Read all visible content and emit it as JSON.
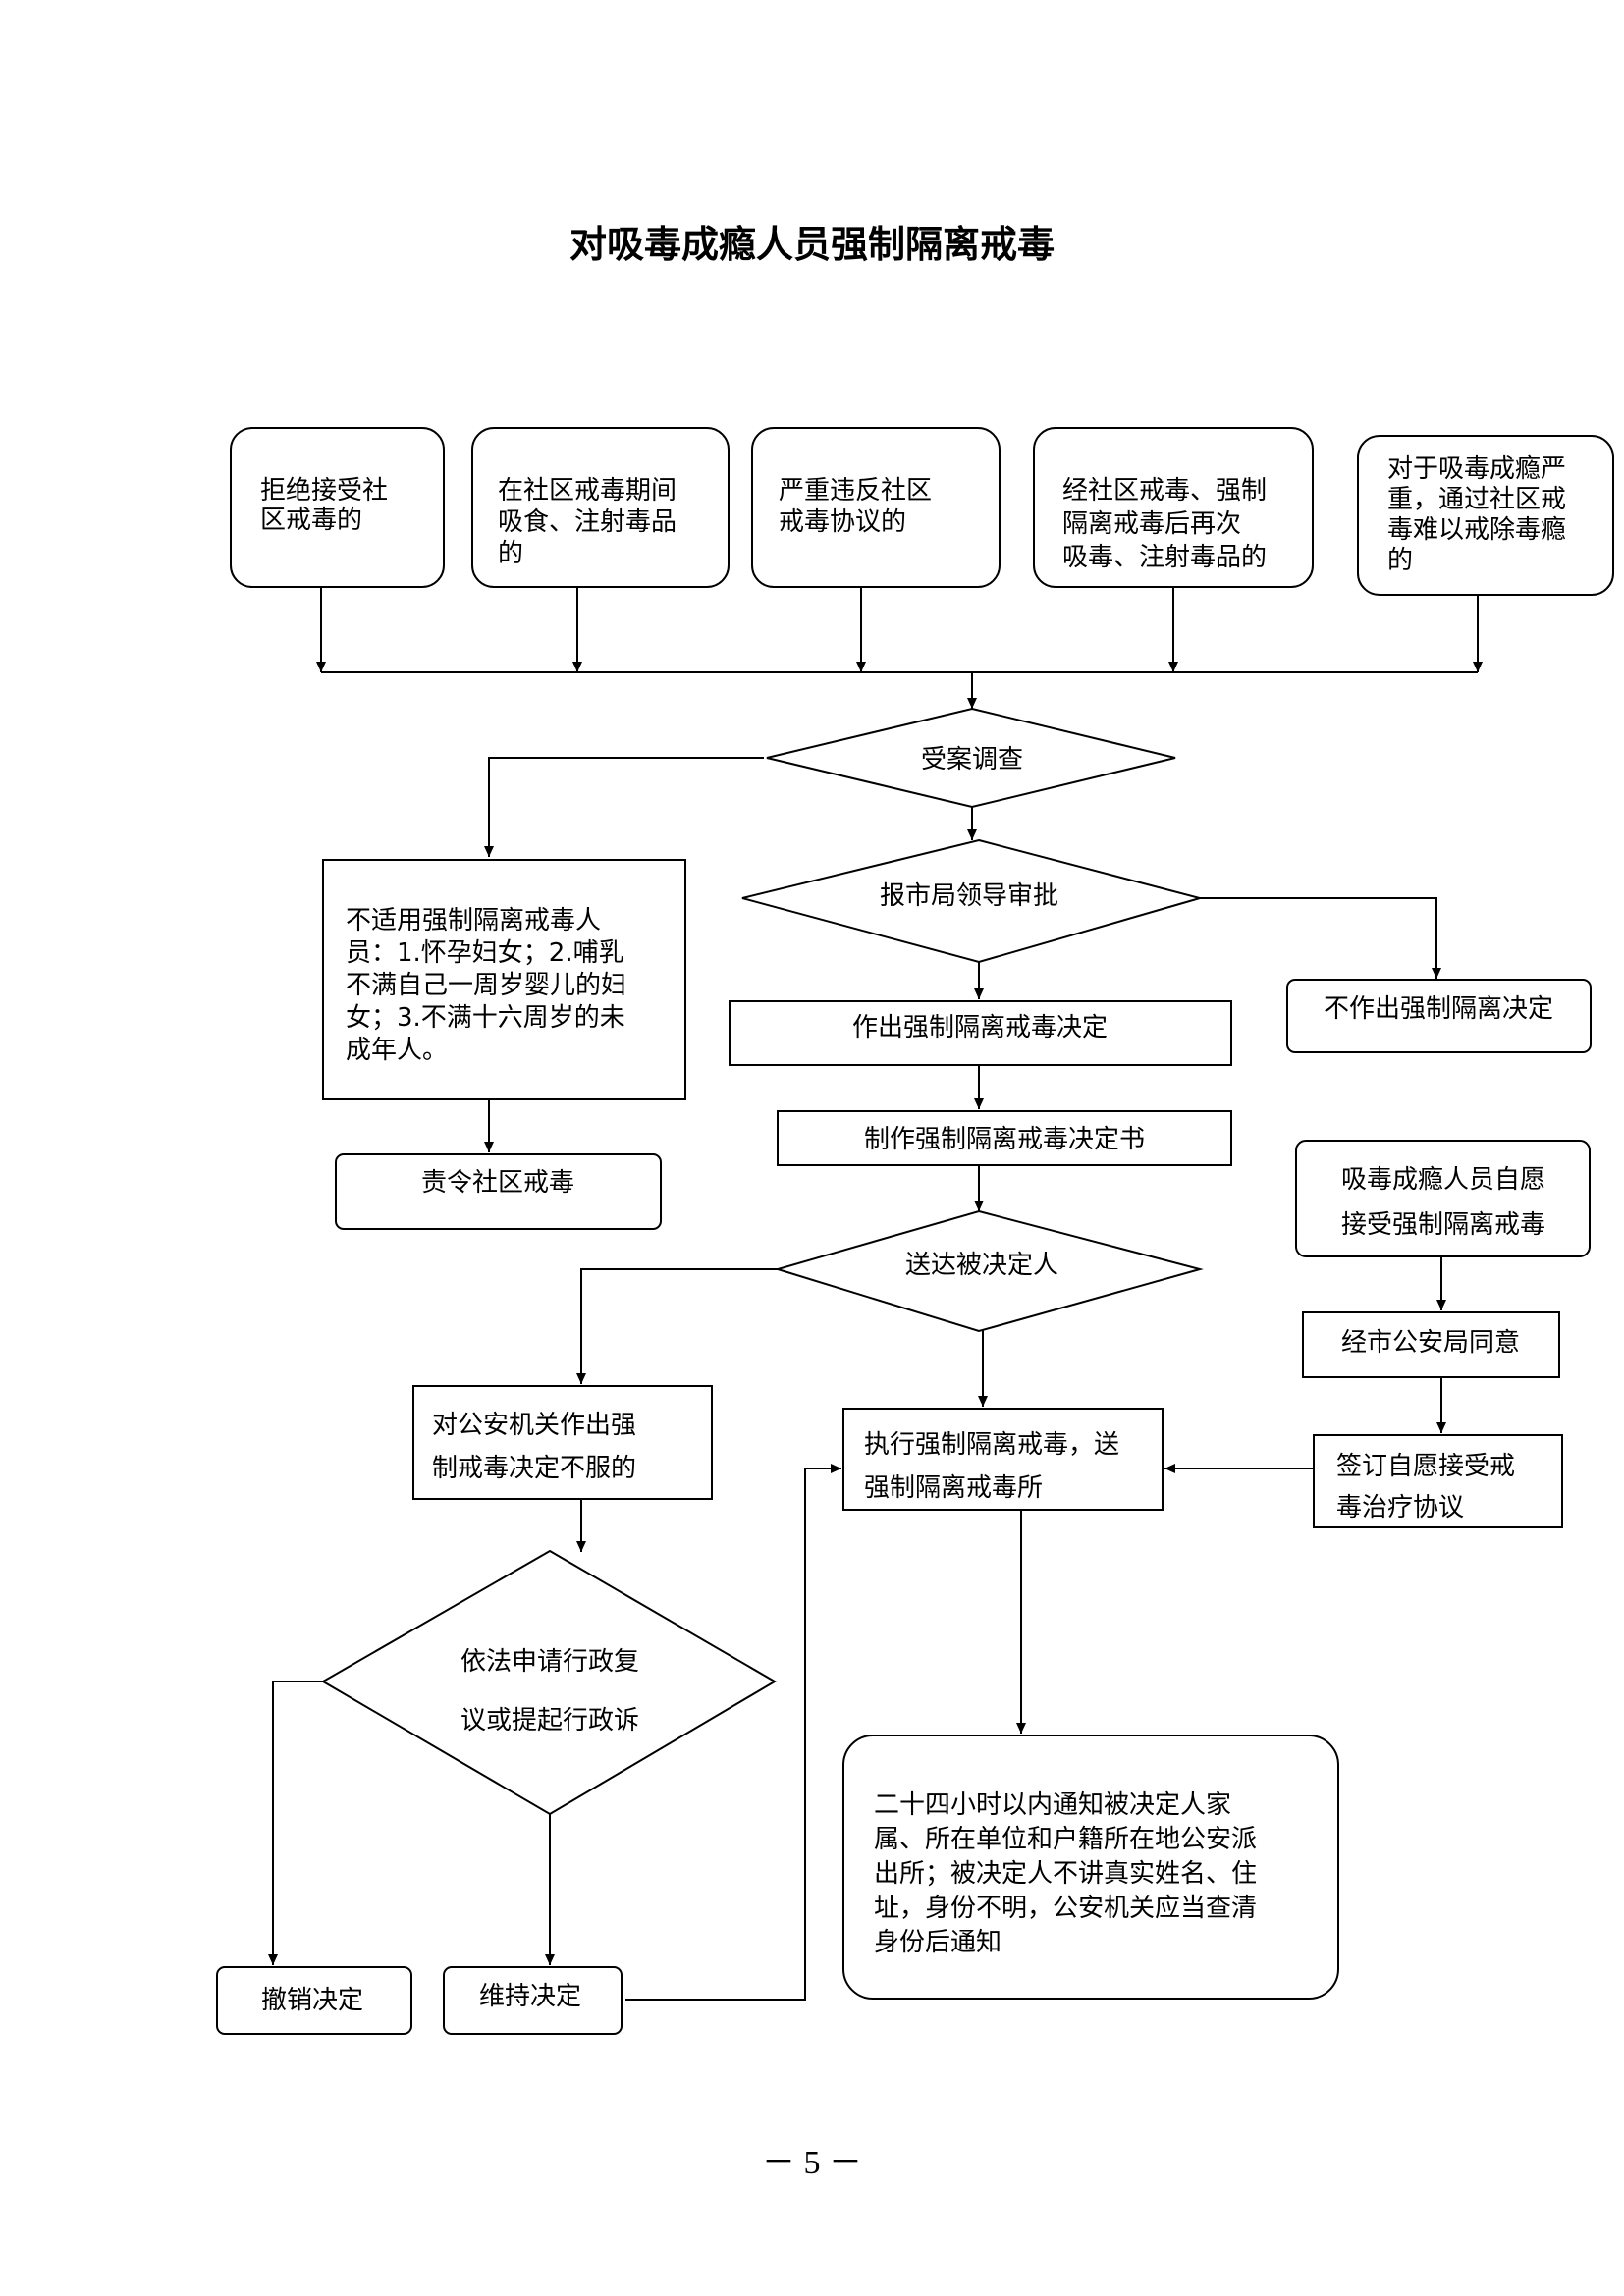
{
  "page": {
    "title": "对吸毒成瘾人员强制隔离戒毒",
    "page_number": "－ 5 －"
  },
  "flowchart": {
    "sources": [
      {
        "id": "src-refuse",
        "lines": [
          "拒绝接受社",
          "区戒毒的"
        ]
      },
      {
        "id": "src-use-during",
        "lines": [
          "在社区戒毒期间",
          "吸食、注射毒品",
          "的"
        ]
      },
      {
        "id": "src-violate",
        "lines": [
          "严重违反社区",
          "戒毒协议的"
        ]
      },
      {
        "id": "src-relapse",
        "lines": [
          "经社区戒毒、强制",
          "隔离戒毒后再次",
          "吸毒、注射毒品的"
        ]
      },
      {
        "id": "src-severe",
        "lines": [
          "对于吸毒成瘾严",
          "重，通过社区戒",
          "毒难以戒除毒瘾",
          "的"
        ]
      }
    ],
    "nodes": {
      "investigate": [
        "受案调查"
      ],
      "not_applicable": [
        "不适用强制隔离戒毒人",
        "员：1.怀孕妇女；2.哺乳",
        "不满自己一周岁婴儿的妇",
        "女；3.不满十六周岁的未",
        "成年人。"
      ],
      "order_community": [
        "责令社区戒毒"
      ],
      "approval": [
        "报市局领导审批"
      ],
      "no_decision": [
        "不作出强制隔离决定"
      ],
      "make_decision": [
        "作出强制隔离戒毒决定"
      ],
      "make_document": [
        "制作强制隔离戒毒决定书"
      ],
      "serve": [
        "送达被决定人"
      ],
      "object": [
        "对公安机关作出强",
        "制戒毒决定不服的"
      ],
      "appeal": [
        "依法申请行政复",
        "议或提起行政诉"
      ],
      "revoke": [
        "撤销决定"
      ],
      "maintain": [
        "维持决定"
      ],
      "execute": [
        "执行强制隔离戒毒，送",
        "强制隔离戒毒所"
      ],
      "notify": [
        "二十四小时以内通知被决定人家",
        "属、所在单位和户籍所在地公安派",
        "出所；被决定人不讲真实姓名、住",
        "址，身份不明，公安机关应当查清",
        "身份后通知"
      ],
      "voluntary": [
        "吸毒成瘾人员自愿",
        "接受强制隔离戒毒"
      ],
      "bureau_agree": [
        "经市公安局同意"
      ],
      "sign_agreement": [
        "签订自愿接受戒",
        "毒治疗协议"
      ]
    }
  }
}
